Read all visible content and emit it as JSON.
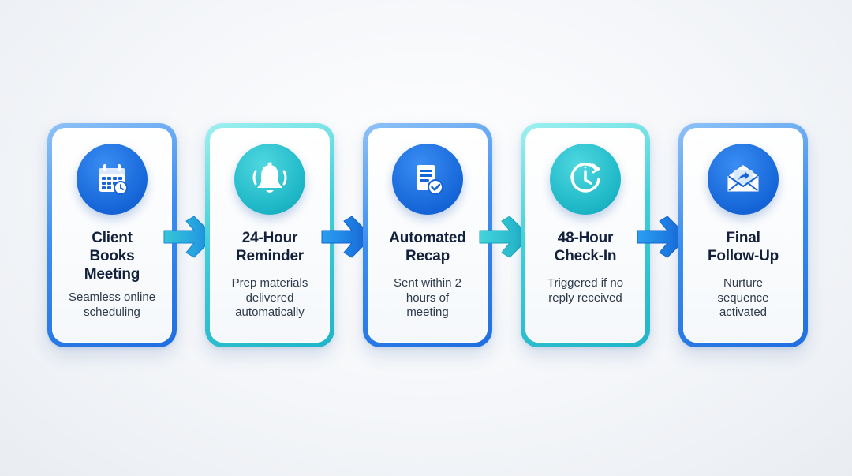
{
  "steps": [
    {
      "title_lines": [
        "Client",
        "Books",
        "Meeting"
      ],
      "desc_lines": [
        "Seamless online",
        "scheduling"
      ],
      "icon": "calendar-icon",
      "theme": "blue"
    },
    {
      "title_lines": [
        "24-Hour",
        "Reminder"
      ],
      "desc_lines": [
        "Prep materials",
        "delivered",
        "automatically"
      ],
      "icon": "bell-icon",
      "theme": "teal"
    },
    {
      "title_lines": [
        "Automated",
        "Recap"
      ],
      "desc_lines": [
        "Sent within 2",
        "hours of",
        "meeting"
      ],
      "icon": "document-check-icon",
      "theme": "blue"
    },
    {
      "title_lines": [
        "48-Hour",
        "Check-In"
      ],
      "desc_lines": [
        "Triggered if no",
        "reply received"
      ],
      "icon": "clock-icon",
      "theme": "teal"
    },
    {
      "title_lines": [
        "Final",
        "Follow-Up"
      ],
      "desc_lines": [
        "Nurture",
        "sequence",
        "activated"
      ],
      "icon": "envelope-forward-icon",
      "theme": "blue"
    }
  ],
  "arrows": [
    "arrow-right-icon",
    "arrow-right-icon",
    "arrow-right-icon",
    "arrow-right-icon"
  ],
  "colors": {
    "blue": "#1565d8",
    "teal": "#1cb6c6",
    "title": "#14213d",
    "text": "#2f3a4a"
  }
}
